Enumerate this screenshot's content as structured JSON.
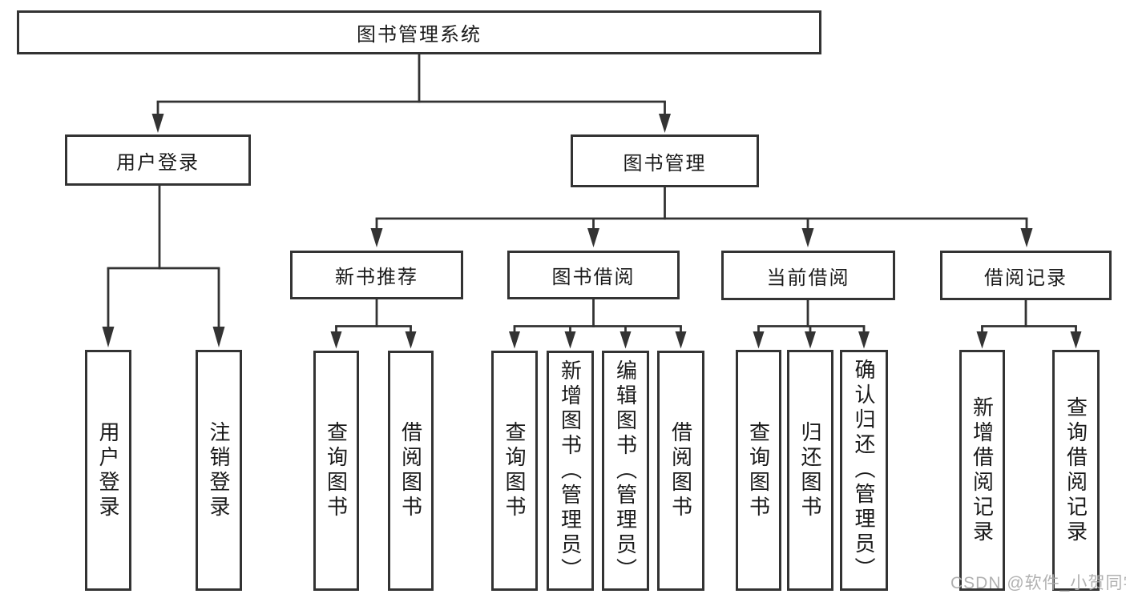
{
  "colors": {
    "line": "#333333",
    "text": "#1a1a1a",
    "background": "#ffffff",
    "watermark": "#ababab"
  },
  "diagram": {
    "root": {
      "label": "图书管理系统"
    },
    "branches": [
      {
        "label": "用户登录",
        "children": [
          {
            "label": "用户登录"
          },
          {
            "label": "注销登录"
          }
        ]
      },
      {
        "label": "图书管理",
        "modules": [
          {
            "label": "新书推荐",
            "children": [
              {
                "label": "查询图书"
              },
              {
                "label": "借阅图书"
              }
            ]
          },
          {
            "label": "图书借阅",
            "children": [
              {
                "label": "查询图书"
              },
              {
                "label": "新增图书（管理员）"
              },
              {
                "label": "编辑图书（管理员）"
              },
              {
                "label": "借阅图书"
              }
            ]
          },
          {
            "label": "当前借阅",
            "children": [
              {
                "label": "查询图书"
              },
              {
                "label": "归还图书"
              },
              {
                "label": "确认归还（管理员）"
              }
            ]
          },
          {
            "label": "借阅记录",
            "children": [
              {
                "label": "新增借阅记录"
              },
              {
                "label": "查询借阅记录"
              }
            ]
          }
        ]
      }
    ]
  },
  "watermark": {
    "text": "CSDN @软件_小贺同学"
  }
}
